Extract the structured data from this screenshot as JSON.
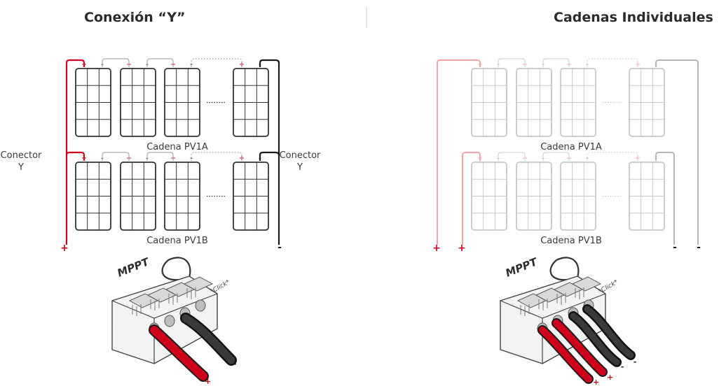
{
  "left_diagram": {
    "title": "Conexión “Y”",
    "string_a_label": "Cadena PV1A",
    "string_b_label": "Cadena PV1B",
    "connector_left": [
      "Conector",
      "Y"
    ],
    "connector_right": [
      "Conector",
      "Y"
    ],
    "plus": "+",
    "minus": "-",
    "mppt_label": "MPPT",
    "click_label": "*Click*",
    "cable_plus": "+",
    "cable_minus": "-"
  },
  "right_diagram": {
    "title": "Cadenas Individuales",
    "string_a_label": "Cadena PV1A",
    "string_b_label": "Cadena PV1B",
    "plus": "+",
    "minus": "-",
    "mppt_label": "MPPT",
    "click_label": "*Click*",
    "cable_plus": "+",
    "cable_minus": "-"
  },
  "colors": {
    "positive": "#d0021b",
    "negative": "#1a1a1a",
    "panel_active": "#333333",
    "panel_faded": "#c8c8c8",
    "positive_faded": "#f2a3a8",
    "negative_faded": "#b5b5b5",
    "divider": "#cccccc"
  }
}
